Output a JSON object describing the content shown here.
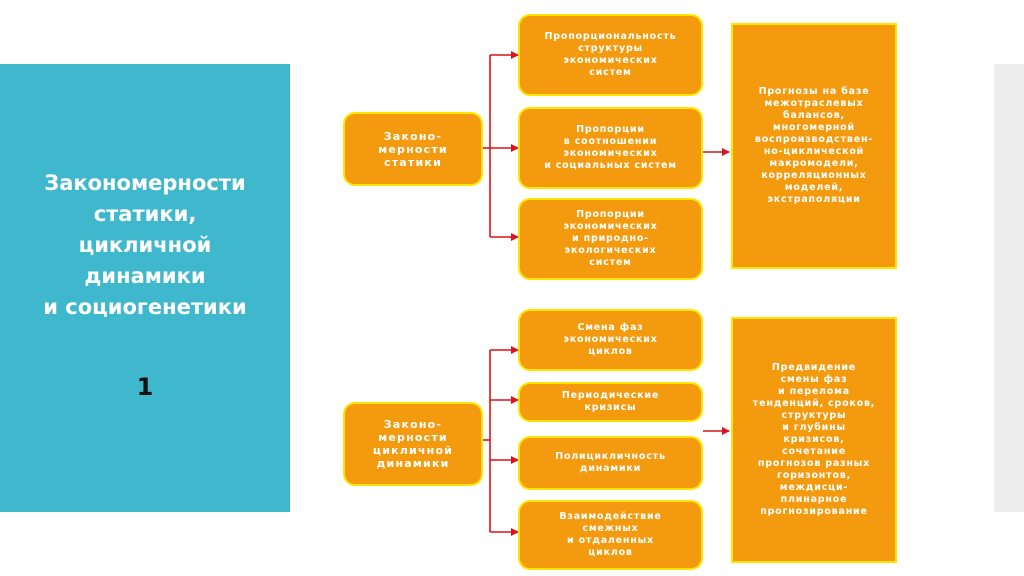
{
  "left_panel": {
    "title": "Закономерности\nстатики,\nцикличной\nдинамики\nи социогенетики",
    "number": "1"
  },
  "statics": {
    "lead": "Законо-\nмерности\nстатики",
    "items": [
      "Пропорциональность\nструктуры\nэкономических\nсистем",
      "Пропорции\nв соотношении\nэкономических\nи социальных систем",
      "Пропорции\nэкономических\nи природно-\nэкологических\nсистем"
    ],
    "result": "Прогнозы на базе\nмежотраслевых\nбалансов,\nмногомерной\nвоспроизводствен-\nно-циклической\nмакромодели,\nкорреляционных\nмоделей,\nэкстраполяции"
  },
  "dynamics": {
    "lead": "Законо-\nмерности\nцикличной\nдинамики",
    "items": [
      "Смена фаз\nэкономических\nциклов",
      "Периодические\nкризисы",
      "Полицикличность\nдинамики",
      "Взаимодействие\nсмежных\nи отдаленных\nциклов"
    ],
    "result": "Предвидение\nсмены фаз\nи перелома\nтенденций, сроков,\nструктуры\nи глубины\nкризисов,\nсочетание\nпрогнозов разных\nгоризонтов,\nмеждисци-\nплинарное\nпрогнозирование"
  },
  "colors": {
    "accent": "#f39a0f",
    "border": "#ffe600",
    "arrow": "#d9141a",
    "panel": "#3fb8ce",
    "panel_right": "#ededed"
  }
}
